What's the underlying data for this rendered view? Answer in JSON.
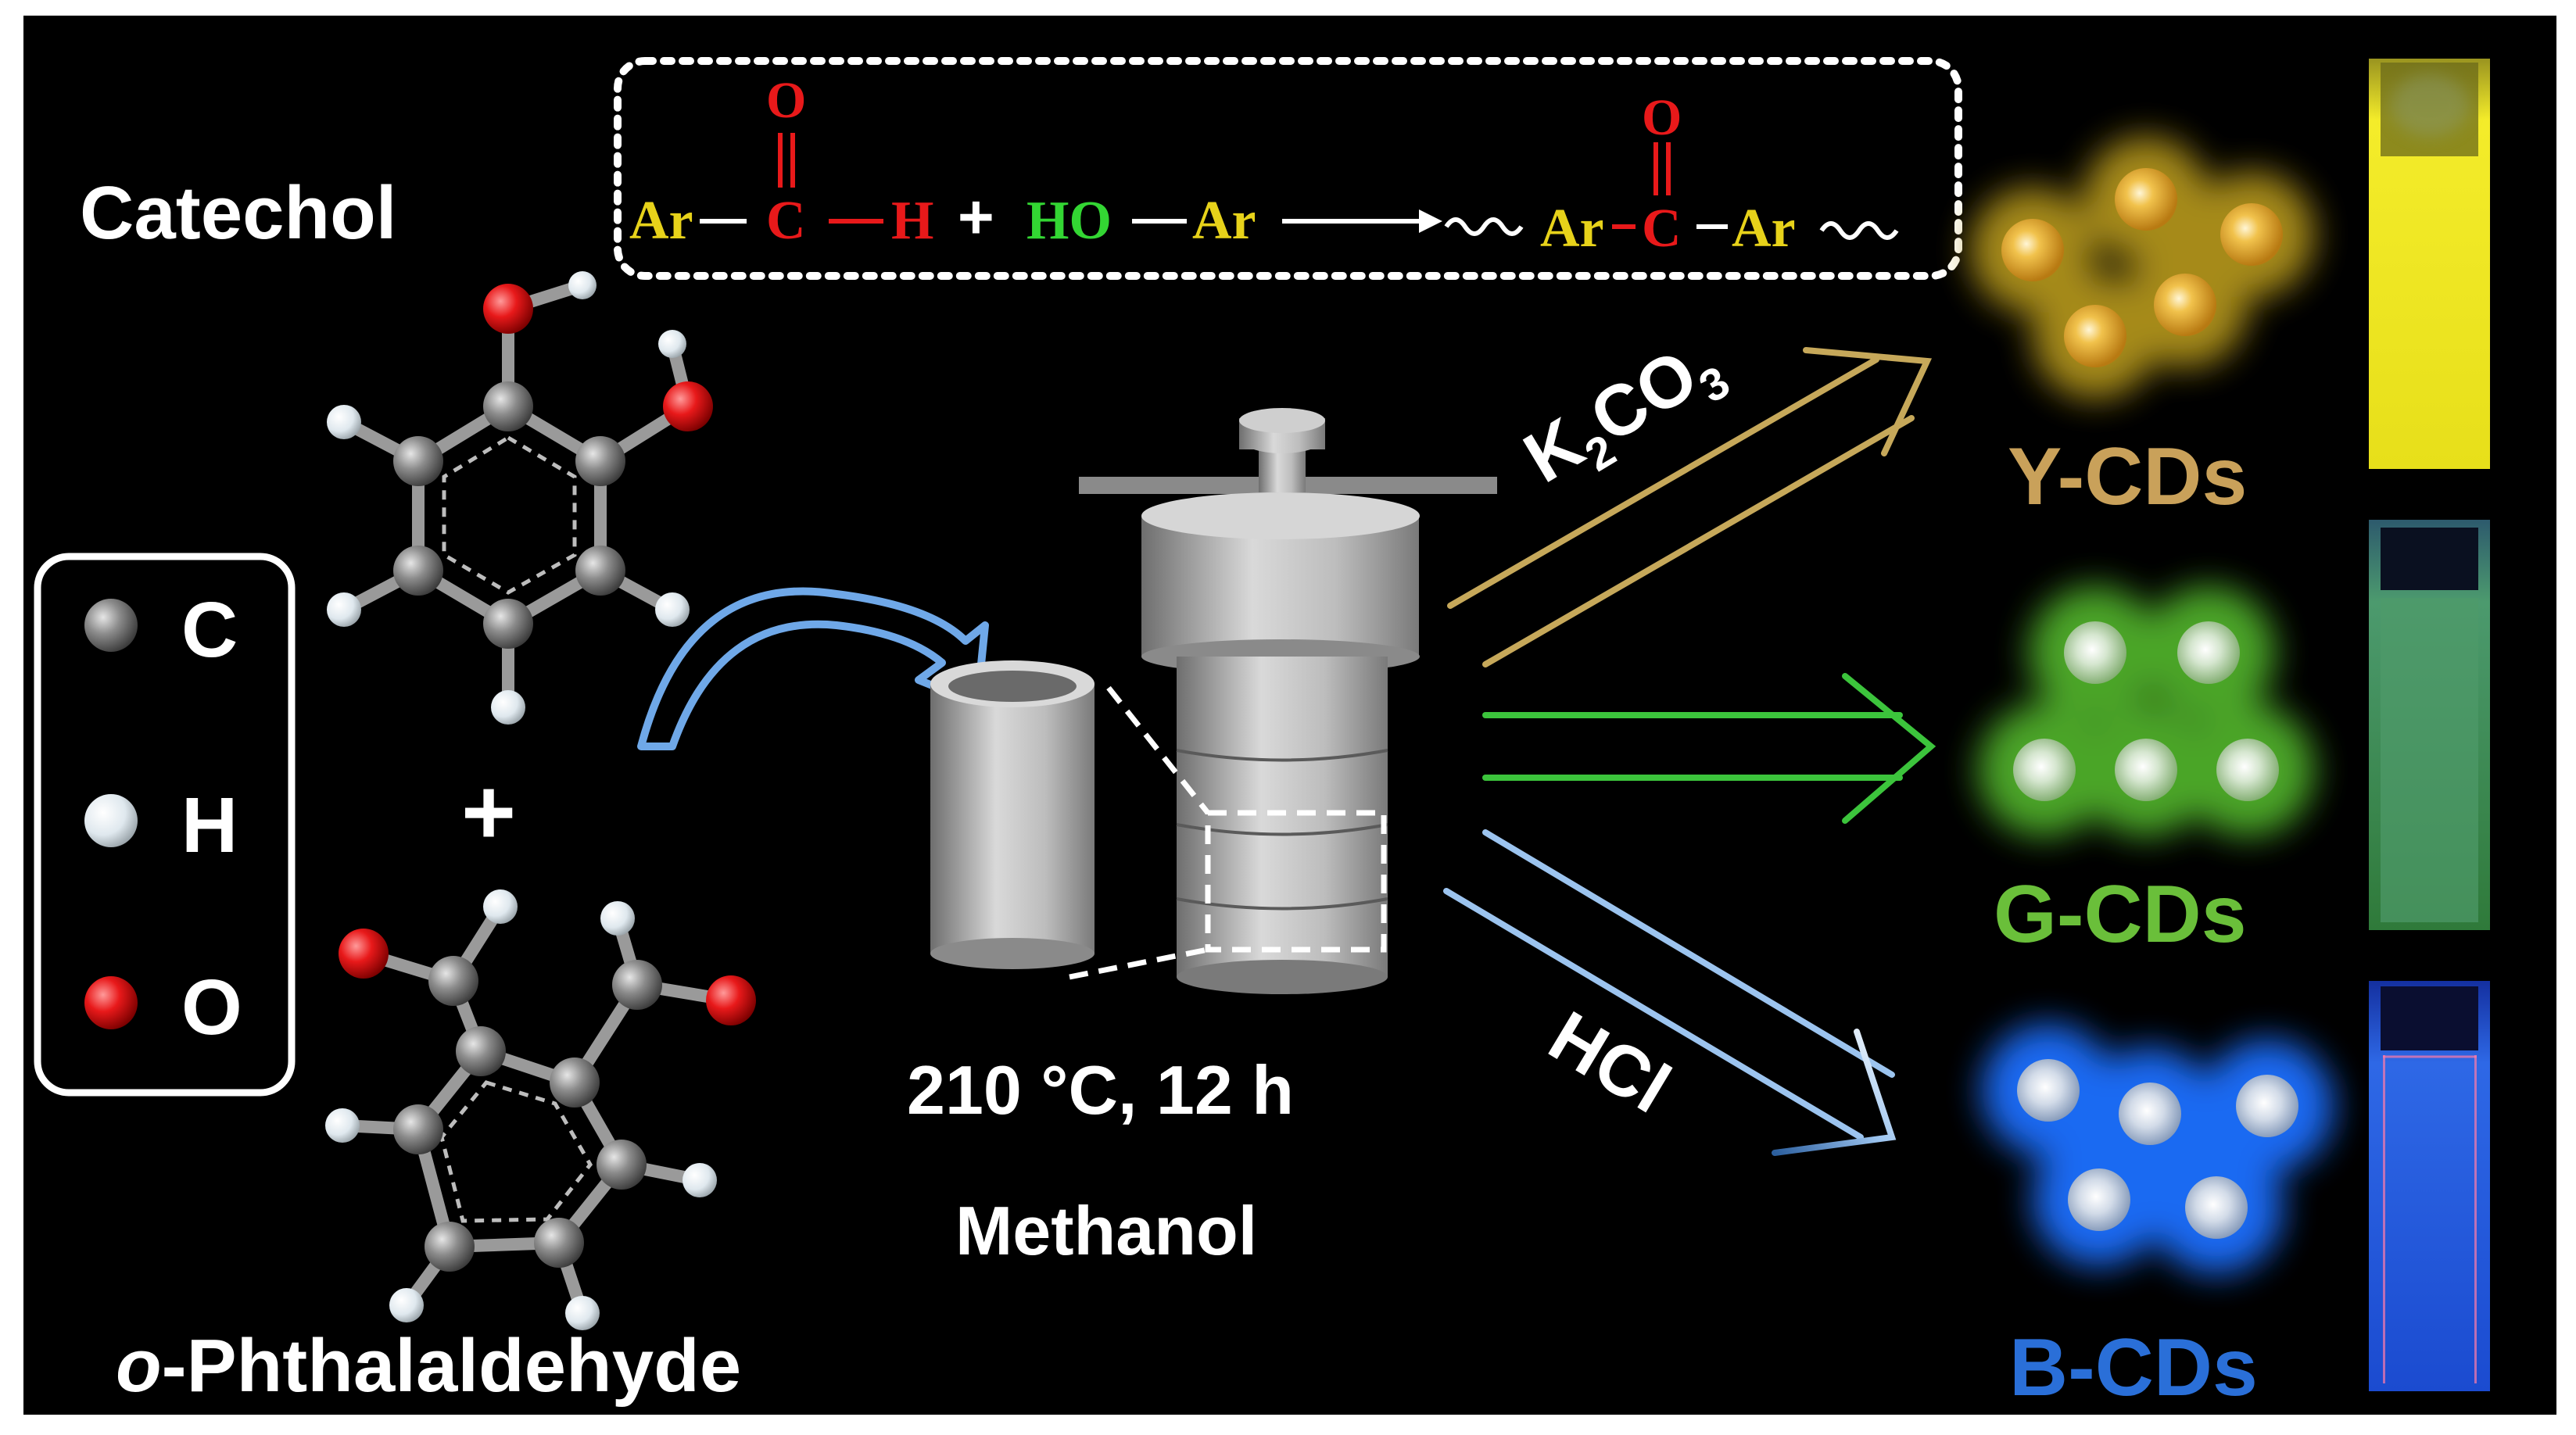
{
  "molecules": {
    "catechol": {
      "label": "Catechol"
    },
    "phthalaldehyde": {
      "prefix": "o",
      "label": "-Phthalaldehyde"
    }
  },
  "plus_sign": "+",
  "legend": {
    "items": [
      {
        "symbol": "C",
        "color": "#8a8a8a"
      },
      {
        "symbol": "H",
        "color": "#f2f2f2"
      },
      {
        "symbol": "O",
        "color": "#e8191a"
      }
    ]
  },
  "reaction_scheme": {
    "ar": "Ar",
    "c": "C",
    "o": "O",
    "h": "H",
    "plus": "+",
    "ho": "HO",
    "colors": {
      "ar": "#e7d21a",
      "carbonyl": "#e8191a",
      "ho": "#33d633"
    }
  },
  "conditions": {
    "temp_time": "210 °C, 12 h",
    "solvent": "Methanol"
  },
  "reagents": {
    "base": {
      "main": "K",
      "sub1": "2",
      "mid": "CO",
      "sub2": "3"
    },
    "acid": "HCl"
  },
  "products": [
    {
      "label": "Y-CDs",
      "color": "#c9a15a",
      "glow": "#c6a21a"
    },
    {
      "label": "G-CDs",
      "color": "#6abf3a",
      "glow": "#5fbf3a"
    },
    {
      "label": "B-CDs",
      "color": "#2a6fd8",
      "glow": "#1e6fff"
    }
  ],
  "arrow_colors": {
    "yellow": "#c6a85a",
    "green": "#3cc43c",
    "blue": "#4a8ad8"
  }
}
